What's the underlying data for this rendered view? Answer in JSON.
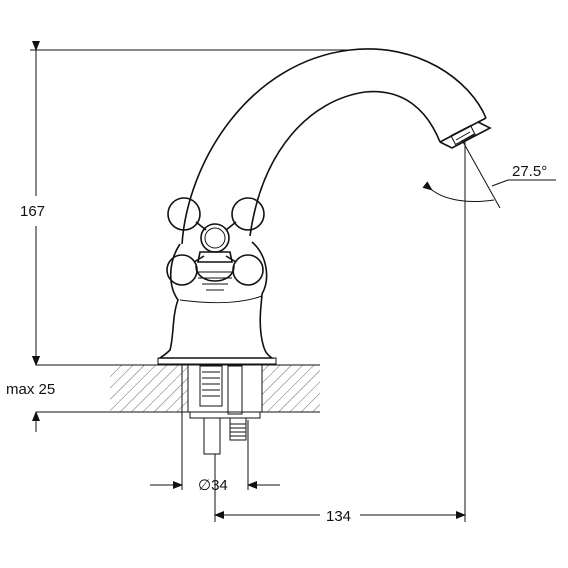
{
  "dimensions": {
    "height": "167",
    "max_thickness": "max 25",
    "diameter": "∅34",
    "reach": "134",
    "angle": "27.5°"
  }
}
